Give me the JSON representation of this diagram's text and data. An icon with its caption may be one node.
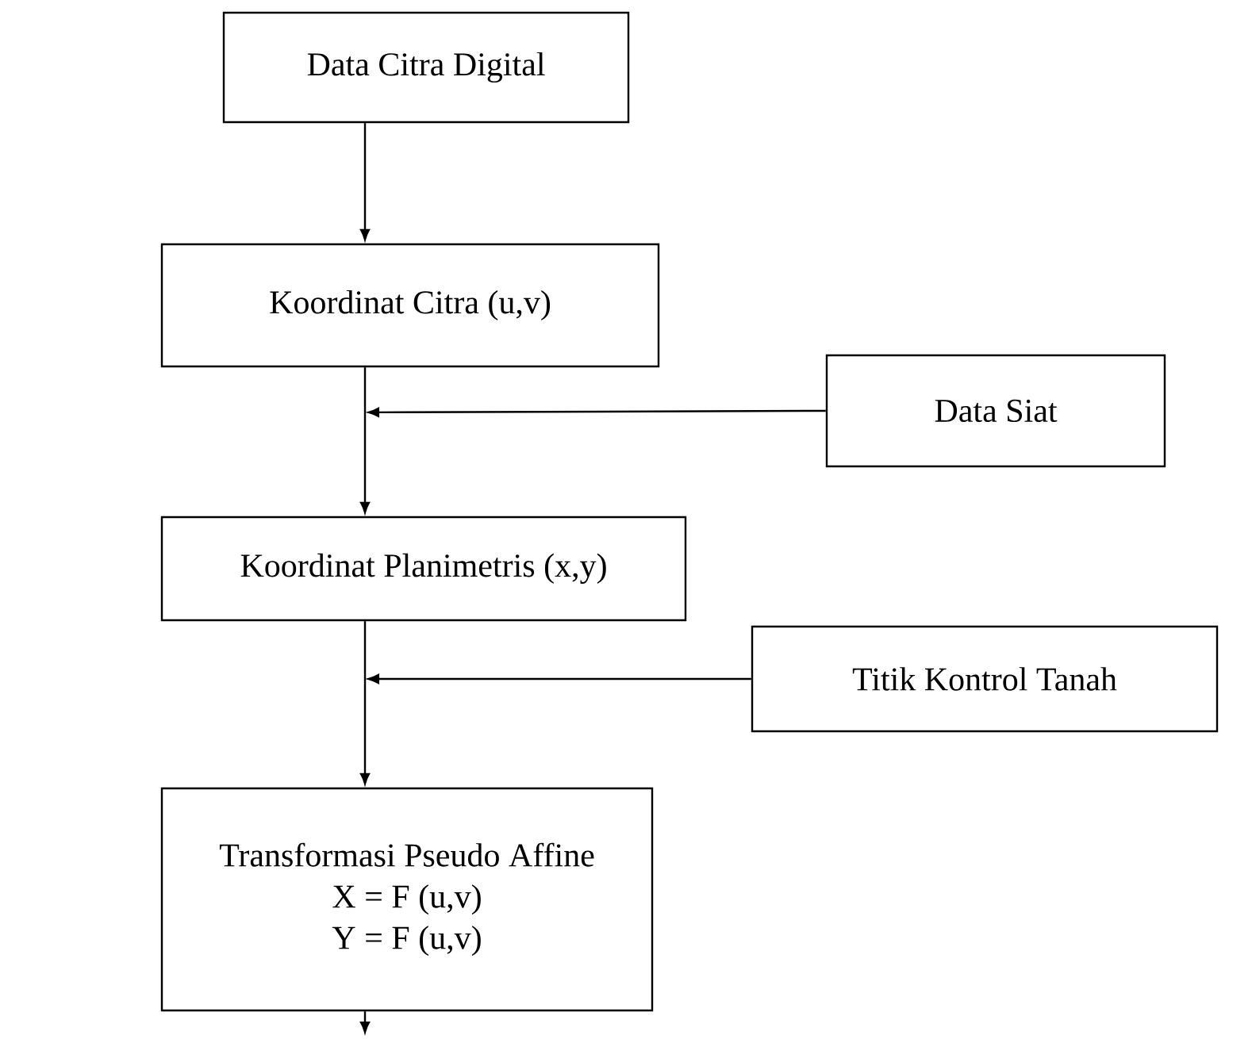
{
  "diagram": {
    "nodes": [
      {
        "text": [
          "Data Citra Digital"
        ]
      },
      {
        "text": [
          "Koordinat Citra (u,v)"
        ]
      },
      {
        "text": [
          "Data Siat"
        ]
      },
      {
        "text": [
          "Koordinat Planimetris (x,y)"
        ]
      },
      {
        "text": [
          "Titik Kontrol Tanah"
        ]
      },
      {
        "text": [
          "Transformasi Pseudo Affine",
          "X = F (u,v)",
          "Y = F (u,v)"
        ]
      }
    ],
    "edges": [
      {
        "from": 0,
        "to": 1,
        "arrow": "to"
      },
      {
        "from": 1,
        "to": 3,
        "arrow": "to"
      },
      {
        "from": 2,
        "to": null,
        "arrow": "to"
      },
      {
        "from": 3,
        "to": 5,
        "arrow": "to"
      },
      {
        "from": 4,
        "to": null,
        "arrow": "to"
      },
      {
        "from": 5,
        "to": null,
        "arrow": "to"
      }
    ]
  }
}
